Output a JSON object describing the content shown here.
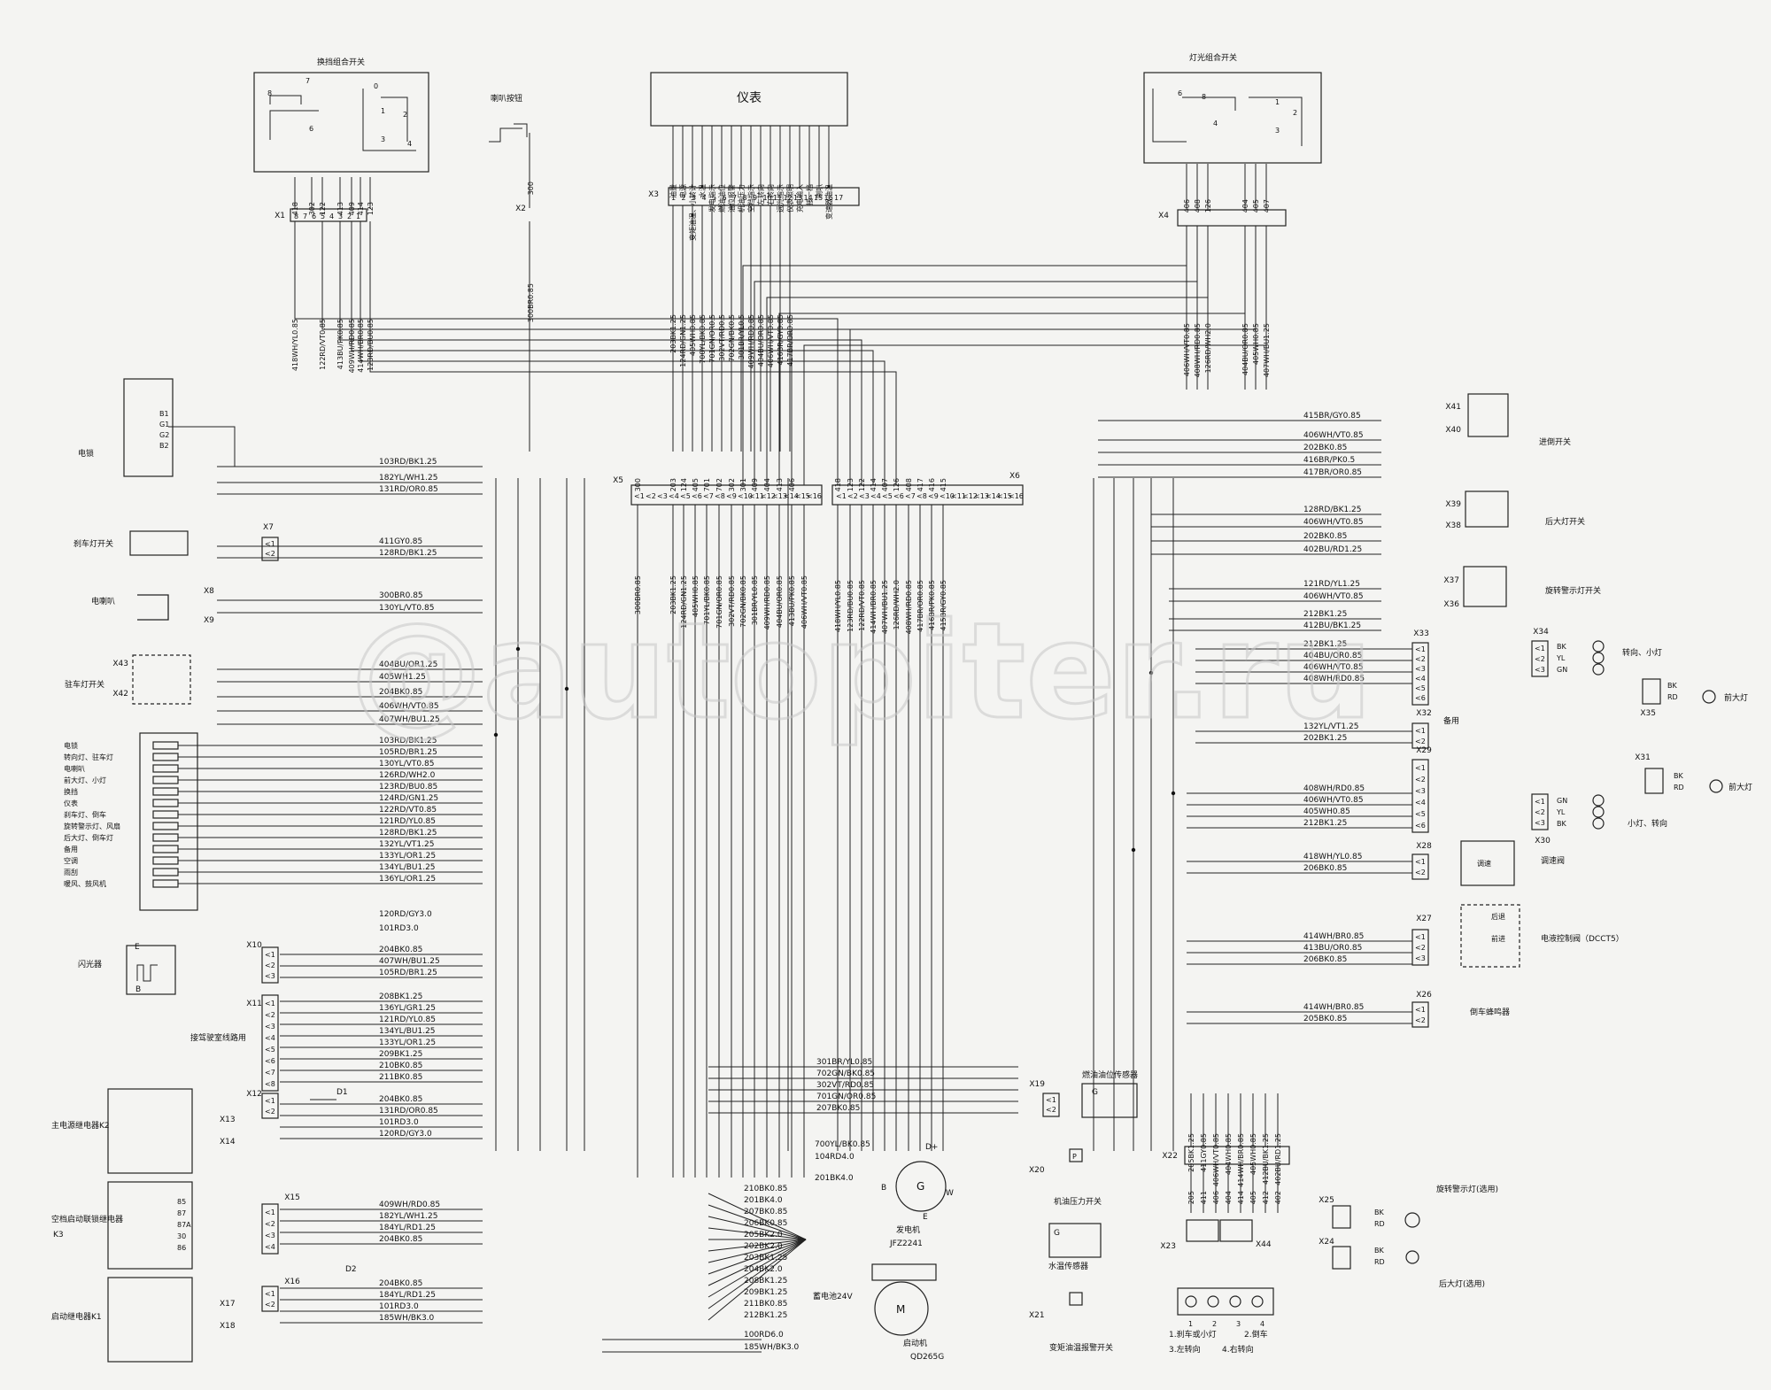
{
  "watermark": "@autopiter.ru",
  "components": {
    "combo_switch": "换挡组合开关",
    "horn_button": "喇叭按钮",
    "instrument": "仪表",
    "light_switch": "灯光组合开关",
    "power_lock": "电锁",
    "brake_light_switch": "刹车灯开关",
    "electric_horn": "电喇叭",
    "parking_light_switch": "驻车灯开关",
    "flasher": "闪光器",
    "driver_select_line": "接驾驶室线路用",
    "main_relay": "主电源继电器K2",
    "ac_relay": "空档启动联锁继电器",
    "ac_relay_k": "K3",
    "start_relay": "启动继电器K1",
    "fuel_sensor": "燃油油位传感器",
    "alternator": "发电机",
    "alternator_model": "JFZ2241",
    "battery": "蓄电池24V",
    "starter": "启动机",
    "starter_model": "QD265G",
    "oil_pressure_switch": "机油压力开关",
    "water_temp_sensor": "水温传感器",
    "trans_alarm_switch": "变矩油温报警开关",
    "reverse_switch": "进倒开关",
    "rear_light_switch": "后大灯开关",
    "rotating_light_switch": "旋转警示灯开关",
    "turn_small_light": "转向、小灯",
    "front_light": "前大灯",
    "spare": "备用",
    "small_turn_light": "小灯、转向",
    "speed_valve": "调速阀",
    "speed_valve_inner": "调速",
    "ecv": "电液控制阀（DCCT5）",
    "ecv_rear": "后退",
    "ecv_fwd": "前进",
    "reverse_buzzer": "倒车蜂鸣器",
    "rotating_warning_light": "旋转警示灯(选用)",
    "rear_light": "后大灯(选用)",
    "legend1": "1.刹车或小灯",
    "legend2": "2.倒车",
    "legend3": "3.左转向",
    "legend4": "4.右转向"
  },
  "instrument_pins": [
    "油量",
    "电源",
    "变矩油温、小转计",
    "水温",
    "发电指示",
    "燃油油位",
    "油位报警",
    "机油压力",
    "空档指示",
    "左转向",
    "右转向",
    "远光指示",
    "仪表照明",
    "充电输入",
    "接一档",
    "喇叭",
    "变速器油温"
  ],
  "x1_pins": [
    "418",
    "302",
    "122",
    "413",
    "409",
    "414",
    "123"
  ],
  "x4_pins": [
    "406",
    "408",
    "126",
    "404",
    "405",
    "407"
  ],
  "x5_pins": [
    "300",
    "203",
    "124",
    "405",
    "701",
    "702",
    "302",
    "301",
    "409",
    "404",
    "413",
    "406"
  ],
  "x6_pins": [
    "418",
    "123",
    "122",
    "414",
    "407",
    "126",
    "408",
    "417",
    "416",
    "415"
  ],
  "x1_wires": [
    "418WH/YL0.85",
    "122RD/VT0.85",
    "413BU/PK0.85",
    "409WH/RD0.85",
    "414WH/BR0.85",
    "123RD/BU0.85"
  ],
  "x3_wires": [
    "203BK1.25",
    "124RD/GN1.25",
    "405WH0.85",
    "700YL/BK0.85",
    "701GN/OR0.5",
    "302VT/RD0.5",
    "702GN/BK0.5",
    "301BR/YL0.5",
    "409WH/RD0.85",
    "404BU/OR0.85",
    "406WH/VT0.85",
    "416BR/GY0.85",
    "417BR/OR0.85"
  ],
  "x4_wires": [
    "406WH/VT0.85",
    "408WH/RD0.85",
    "126RD/WH2.0",
    "404BU/OR0.85",
    "405WH0.85",
    "407WH/BU1.25"
  ],
  "x2_wire": "300BR0.85",
  "x2_pin": "300",
  "x5_wires": [
    "300BR0.85",
    "203BK1.25",
    "124RD/GN1.25",
    "405WH0.85",
    "701YL/BK0.85",
    "701GN/OR0.85",
    "302VT/RD0.85",
    "702GN/BK0.85",
    "301BR/YL0.85",
    "409WH/RD0.85",
    "404BU/OR0.85",
    "413BU/PK0.85",
    "406WH/VT0.85"
  ],
  "x6_wires": [
    "418WH/YL0.85",
    "123RD/BU0.85",
    "122RD/VT0.85",
    "414WH/BR0.85",
    "407WH/BU1.25",
    "126RD/WH2.0",
    "408WH/RD0.85",
    "417BR/OR0.85",
    "416BR/PK0.85",
    "415BR/GY0.85"
  ],
  "left_wires": [
    "103RD/BK1.25",
    "182YL/WH1.25",
    "131RD/OR0.85",
    "411GY0.85",
    "128RD/BK1.25",
    "300BR0.85",
    "130YL/VT0.85",
    "404BU/OR1.25",
    "405WH1.25",
    "204BK0.85",
    "406WH/VT0.85",
    "407WH/BU1.25"
  ],
  "fuse_labels": [
    "电锁",
    "转向灯、驻车灯",
    "电喇叭",
    "前大灯、小灯",
    "换挡",
    "仪表",
    "刹车灯、倒车",
    "旋转警示灯、风扇",
    "后大灯、倒车灯",
    "备用",
    "空调",
    "雨刮",
    "暖风、鼓风机"
  ],
  "fuse_wires": [
    "103RD/BK1.25",
    "105RD/BR1.25",
    "130YL/VT0.85",
    "126RD/WH2.0",
    "123RD/BU0.85",
    "124RD/GN1.25",
    "122RD/VT0.85",
    "121RD/YL0.85",
    "128RD/BK1.25",
    "132YL/VT1.25",
    "133YL/OR1.25",
    "134YL/BU1.25",
    "136YL/OR1.25"
  ],
  "power_wires": [
    "120RD/GY3.0",
    "101RD3.0"
  ],
  "x10_wires": [
    "204BK0.85",
    "407WH/BU1.25",
    "105RD/BR1.25"
  ],
  "x11_wires": [
    "208BK1.25",
    "136YL/GR1.25",
    "121RD/YL0.85",
    "134YL/BU1.25",
    "133YL/OR1.25",
    "209BK1.25",
    "210BK0.85",
    "211BK0.85"
  ],
  "x12_wires": [
    "204BK0.85",
    "131RD/OR0.85",
    "101RD3.0",
    "120RD/GY3.0"
  ],
  "x15_wires": [
    "409WH/RD0.85",
    "182YL/WH1.25",
    "184YL/RD1.25",
    "204BK0.85"
  ],
  "x16_wires": [
    "204BK0.85",
    "184YL/RD1.25",
    "101RD3.0",
    "185WH/BK3.0"
  ],
  "x19_wires": [
    "301BR/YL0.85",
    "702GN/BK0.85",
    "302VT/RD0.85",
    "701GN/OR0.85",
    "207BK0.85"
  ],
  "alt_wires": [
    "700YL/BK0.85",
    "104RD4.0",
    "201BK4.0"
  ],
  "ground_wires": [
    "210BK0.85",
    "201BK4.0",
    "207BK0.85",
    "206BK0.85",
    "205BK2.0",
    "202BK2.0",
    "203BK1.25",
    "204BK2.0",
    "208BK1.25",
    "209BK1.25",
    "211BK0.85",
    "212BK1.25"
  ],
  "bottom_wires": [
    "100RD6.0",
    "185WH/BK3.0"
  ],
  "right_wires_a": [
    "415BR/GY0.85",
    "406WH/VT0.85",
    "202BK0.85",
    "416BR/PK0.5",
    "417BR/OR0.85"
  ],
  "right_wires_b": [
    "128RD/BK1.25",
    "406WH/VT0.85",
    "202BK0.85",
    "402BU/RD1.25"
  ],
  "right_wires_c": [
    "121RD/YL1.25",
    "406WH/VT0.85",
    "212BK1.25",
    "412BU/BK1.25"
  ],
  "x33_wires": [
    "212BK1.25",
    "404BU/OR0.85",
    "406WH/VT0.85",
    "408WH/RD0.85"
  ],
  "x32_wires": [
    "132YL/VT1.25",
    "202BK1.25"
  ],
  "x29_wires": [
    "408WH/RD0.85",
    "406WH/VT0.85",
    "405WH0.85",
    "212BK1.25"
  ],
  "x28_wires": [
    "418WH/YL0.85",
    "206BK0.85"
  ],
  "x27_wires": [
    "414WH/BR0.85",
    "413BU/OR0.85",
    "206BK0.85"
  ],
  "x26_wires": [
    "414WH/BR0.85",
    "205BK0.85"
  ],
  "x22_wires": [
    "205BK1.25",
    "411GY0.85",
    "406WH/VT0.85",
    "404WH0.85",
    "414WH/BR0.85",
    "405WH0.85",
    "412BU/BK1.25",
    "402BU/RD1.25"
  ],
  "x22_pins": [
    "205",
    "411",
    "406",
    "404",
    "414",
    "405",
    "412",
    "402"
  ],
  "lamp_labels": [
    "BK",
    "YL",
    "GN",
    "BK",
    "RD",
    "GN",
    "YL",
    "BK",
    "BK",
    "RD",
    "BK",
    "RD",
    "BK",
    "RD"
  ],
  "connectors": [
    "X1",
    "X2",
    "X3",
    "X4",
    "X5",
    "X6",
    "X7",
    "X8",
    "X9",
    "X10",
    "X11",
    "X12",
    "X13",
    "X14",
    "X15",
    "X16",
    "X17",
    "X18",
    "X19",
    "X20",
    "X21",
    "X22",
    "X23",
    "X24",
    "X25",
    "X26",
    "X27",
    "X28",
    "X29",
    "X30",
    "X31",
    "X32",
    "X33",
    "X34",
    "X35",
    "X36",
    "X37",
    "X38",
    "X39",
    "X40",
    "X41",
    "X42",
    "X43",
    "X44"
  ],
  "misc": {
    "d1": "D1",
    "d2": "D2",
    "relay_pins": [
      "85",
      "87",
      "87A",
      "30",
      "86"
    ],
    "alt_b": "B",
    "alt_dplus": "D+",
    "alt_w": "W",
    "alt_e": "E",
    "alt_g": "G",
    "motor": "M",
    "g_sym": "G",
    "p_sym": "P",
    "e_sym": "E",
    "b_sym": "B",
    "bulb_nums": [
      "1",
      "2",
      "3",
      "4"
    ]
  }
}
